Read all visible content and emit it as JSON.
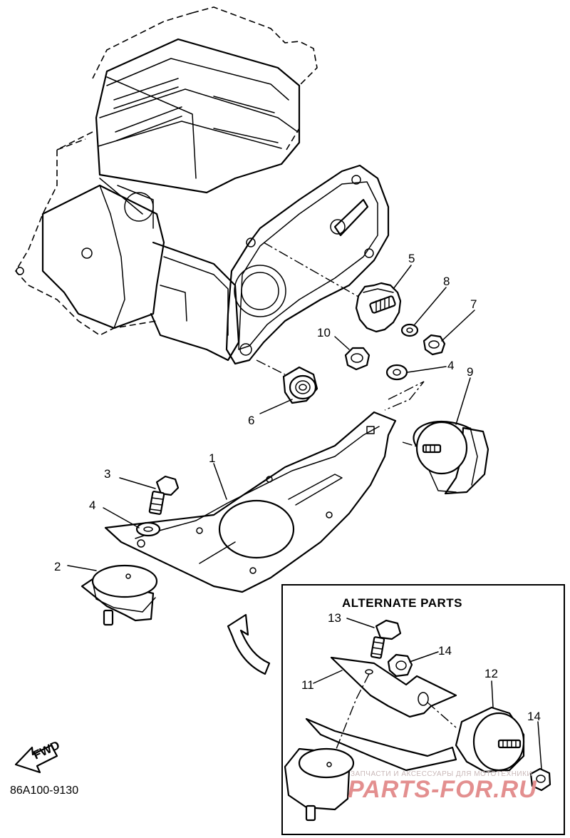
{
  "diagram": {
    "alternate_title": "ALTERNATE PARTS",
    "fwd_label": "FWD",
    "drawing_code": "86A100-9130",
    "callouts": {
      "c1": "1",
      "c2": "2",
      "c3": "3",
      "c4a": "4",
      "c4b": "4",
      "c5": "5",
      "c6": "6",
      "c7": "7",
      "c8": "8",
      "c9": "9",
      "c10": "10",
      "c11": "11",
      "c12": "12",
      "c13": "13",
      "c14a": "14",
      "c14b": "14"
    },
    "watermark": {
      "small": "ЗАПЧАСТИ И АКСЕССУАРЫ ДЛЯ МОТОТЕХНИКИ",
      "big": "PARTS-FOR.RU"
    }
  }
}
